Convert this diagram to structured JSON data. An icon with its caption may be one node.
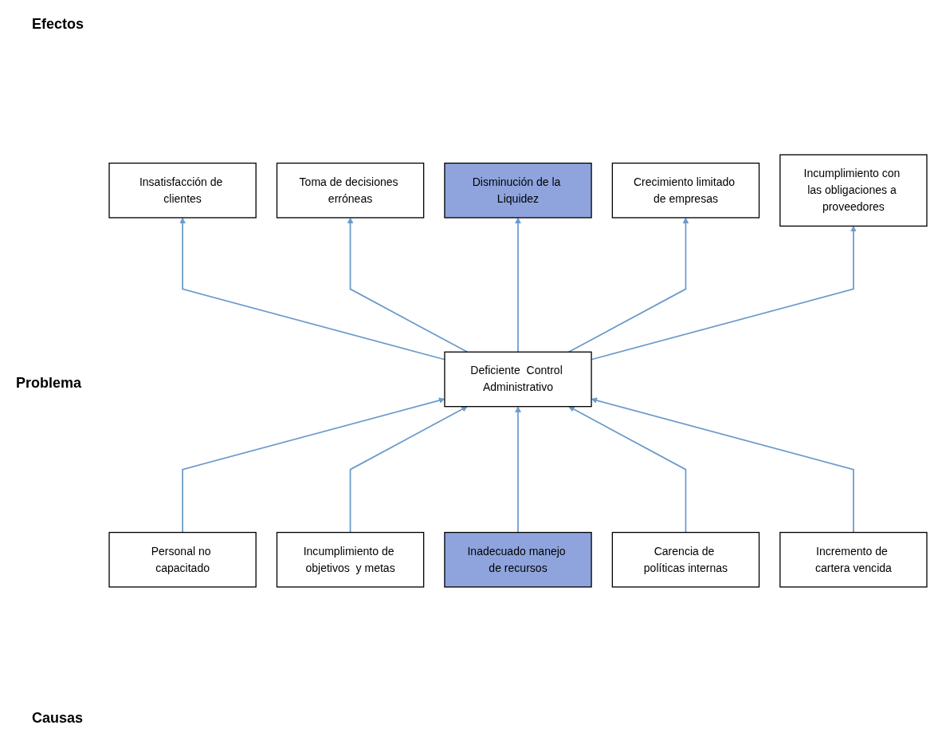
{
  "diagram": {
    "nodes": [
      {
        "text": [
          "Insatisfacción de clientes"
        ]
      },
      {
        "text": [
          "Toma de decisiones erróneas"
        ]
      },
      {
        "text": [
          "Disminución de la Liquidez"
        ]
      },
      {
        "text": [
          "Crecimiento limitado de empresas"
        ]
      },
      {
        "text": [
          "Incumplimiento con las obligaciones a proveedores"
        ]
      },
      {
        "text": [
          "Deficiente  Control Administrativo"
        ]
      },
      {
        "text": [
          "Personal no capacitado"
        ]
      },
      {
        "text": [
          "Incumplimiento de objetivos  y metas"
        ]
      },
      {
        "text": [
          "Inadecuado manejo de recursos"
        ]
      },
      {
        "text": [
          "Carencia de políticas internas"
        ]
      },
      {
        "text": [
          "Incremento de cartera vencida"
        ]
      }
    ],
    "edges": [
      {
        "from": 5,
        "to": 0,
        "arrow": "to"
      },
      {
        "from": 5,
        "to": 1,
        "arrow": "to"
      },
      {
        "from": 5,
        "to": 2,
        "arrow": "to"
      },
      {
        "from": 5,
        "to": 3,
        "arrow": "to"
      },
      {
        "from": 5,
        "to": 4,
        "arrow": "to"
      },
      {
        "from": 6,
        "to": 5,
        "arrow": "to"
      },
      {
        "from": 7,
        "to": 5,
        "arrow": "to"
      },
      {
        "from": 8,
        "to": 5,
        "arrow": "to"
      },
      {
        "from": 9,
        "to": 5,
        "arrow": "to"
      },
      {
        "from": 10,
        "to": 5,
        "arrow": "to"
      }
    ],
    "labels": [
      "Efectos",
      "Problema",
      "Causas"
    ]
  }
}
